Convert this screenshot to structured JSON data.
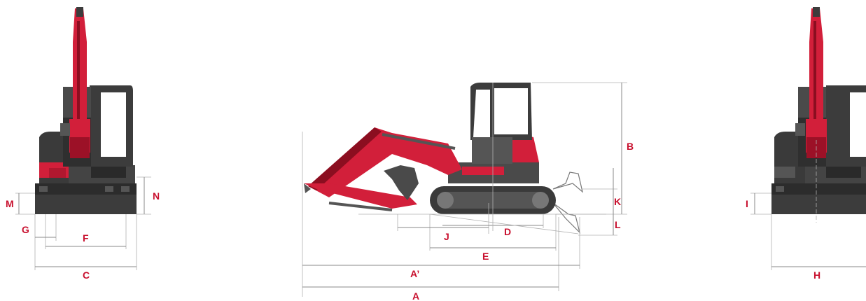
{
  "colors": {
    "accent_red": "#c8102e",
    "body_red": "#d21f3a",
    "dark_grey": "#3c3c3c",
    "mid_grey": "#5a5a5a",
    "light_grey": "#8a8a8a",
    "dimension_line": "#8a8a8a"
  },
  "labels": {
    "A": "A",
    "A_prime": "A’",
    "B": "B",
    "C": "C",
    "D": "D",
    "E": "E",
    "F": "F",
    "G": "G",
    "H": "H",
    "I": "I",
    "J": "J",
    "K": "K",
    "L": "L",
    "M": "M",
    "N": "N"
  }
}
